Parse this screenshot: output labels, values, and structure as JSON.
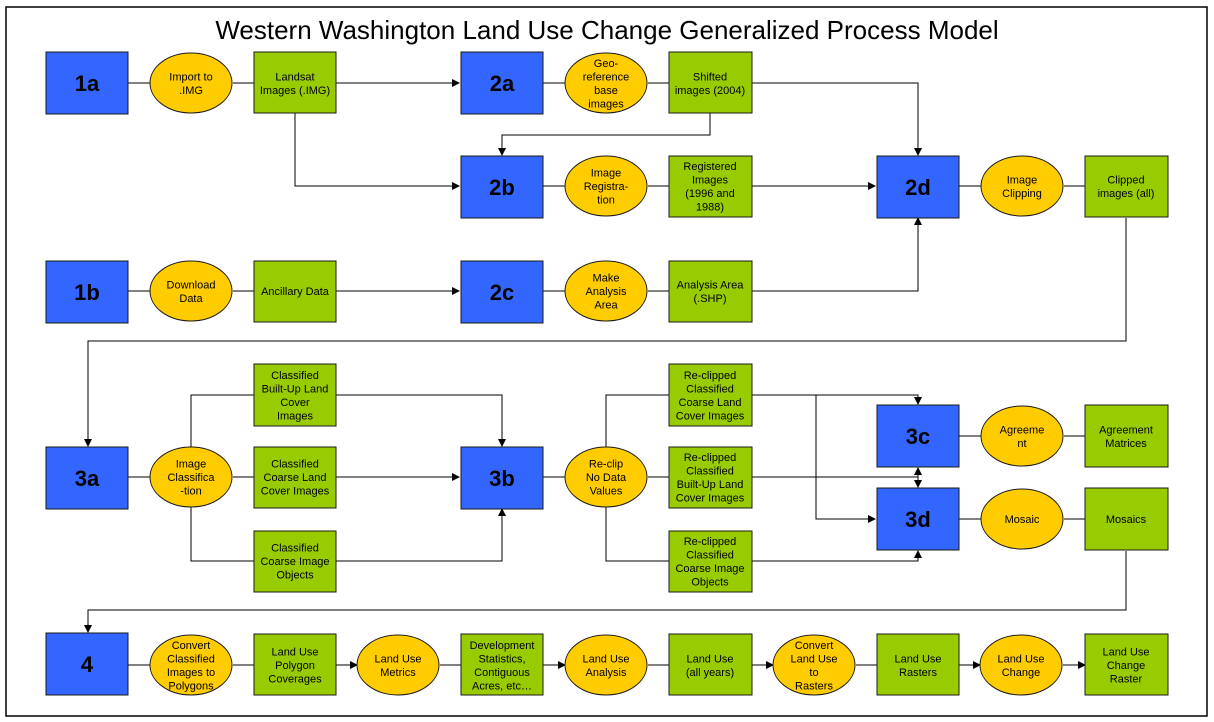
{
  "title": "Western Washington Land Use Change Generalized Process Model",
  "steps": {
    "1a": "1a",
    "1b": "1b",
    "2a": "2a",
    "2b": "2b",
    "2c": "2c",
    "2d": "2d",
    "3a": "3a",
    "3b": "3b",
    "3c": "3c",
    "3d": "3d",
    "4": "4"
  },
  "processes": {
    "import_img": [
      "Import to",
      ".IMG"
    ],
    "georeference": [
      "Geo-",
      "reference",
      "base",
      "images"
    ],
    "image_registration": [
      "Image",
      "Registra-",
      "tion"
    ],
    "image_clipping": [
      "Image",
      "Clipping"
    ],
    "download_data": [
      "Download",
      "Data"
    ],
    "make_analysis_area": [
      "Make",
      "Analysis",
      "Area"
    ],
    "image_classification": [
      "Image",
      "Classifica",
      "-tion"
    ],
    "reclip": [
      "Re-clip",
      "No Data",
      "Values"
    ],
    "agreement": [
      "Agreeme",
      "nt"
    ],
    "mosaic": [
      "Mosaic"
    ],
    "convert_to_polygons": [
      "Convert",
      "Classified",
      "Images to",
      "Polygons"
    ],
    "land_use_metrics": [
      "Land Use",
      "Metrics"
    ],
    "land_use_analysis": [
      "Land Use",
      "Analysis"
    ],
    "convert_to_rasters": [
      "Convert",
      "Land Use",
      "to",
      "Rasters"
    ],
    "land_use_change": [
      "Land Use",
      "Change"
    ]
  },
  "data_items": {
    "landsat_images": [
      "Landsat",
      "Images (.IMG)"
    ],
    "shifted_images": [
      "Shifted",
      "images (2004)"
    ],
    "registered_images": [
      "Registered",
      "Images",
      "(1996 and",
      "1988)"
    ],
    "clipped_images": [
      "Clipped",
      "images (all)"
    ],
    "ancillary_data": [
      "Ancillary Data"
    ],
    "analysis_area": [
      "Analysis Area",
      "(.SHP)"
    ],
    "classified_builtup": [
      "Classified",
      "Built-Up Land",
      "Cover",
      "Images"
    ],
    "classified_coarse": [
      "Classified",
      "Coarse Land",
      "Cover Images"
    ],
    "classified_objects": [
      "Classified",
      "Coarse Image",
      "Objects"
    ],
    "reclipped_coarse": [
      "Re-clipped",
      "Classified",
      "Coarse Land",
      "Cover Images"
    ],
    "reclipped_builtup": [
      "Re-clipped",
      "Classified",
      "Built-Up Land",
      "Cover Images"
    ],
    "reclipped_objects": [
      "Re-clipped",
      "Classified",
      "Coarse Image",
      "Objects"
    ],
    "agreement_matrices": [
      "Agreement",
      "Matrices"
    ],
    "mosaics": [
      "Mosaics"
    ],
    "land_use_polygon": [
      "Land Use",
      "Polygon",
      "Coverages"
    ],
    "development_statistics": [
      "Development",
      "Statistics,",
      "Contiguous",
      "Acres, etc…"
    ],
    "land_use_all_years": [
      "Land Use",
      "(all years)"
    ],
    "land_use_rasters": [
      "Land Use",
      "Rasters"
    ],
    "land_use_change_raster": [
      "Land Use",
      "Change",
      "Raster"
    ]
  }
}
